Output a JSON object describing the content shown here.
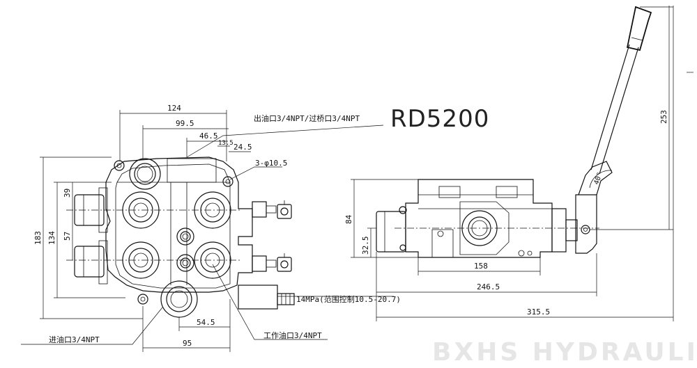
{
  "model": "RD5200",
  "labels": {
    "outlet_port": "出油口3/4NPT/过桥口3/4NPT",
    "bolt_holes": "3-φ10.5",
    "pressure": "14MPa(范围控制10.5-20.7)",
    "inlet_port": "进油口3/4NPT",
    "work_port": "工作油口3/4NPT",
    "angle": "40°"
  },
  "front_view_dims": {
    "d124": "124",
    "d99_5": "99.5",
    "d46_5": "46.5",
    "d13_5": "13.5",
    "d24_5": "24.5",
    "d183": "183",
    "d134": "134",
    "d39": "39",
    "d57": "57",
    "d54_5": "54.5",
    "d95": "95"
  },
  "side_view_dims": {
    "d84": "84",
    "d32_5": "32.5",
    "d158": "158",
    "d246_5": "246.5",
    "d315_5": "315.5",
    "d253": "253"
  },
  "watermark": "BXHS HYDRAULIC"
}
